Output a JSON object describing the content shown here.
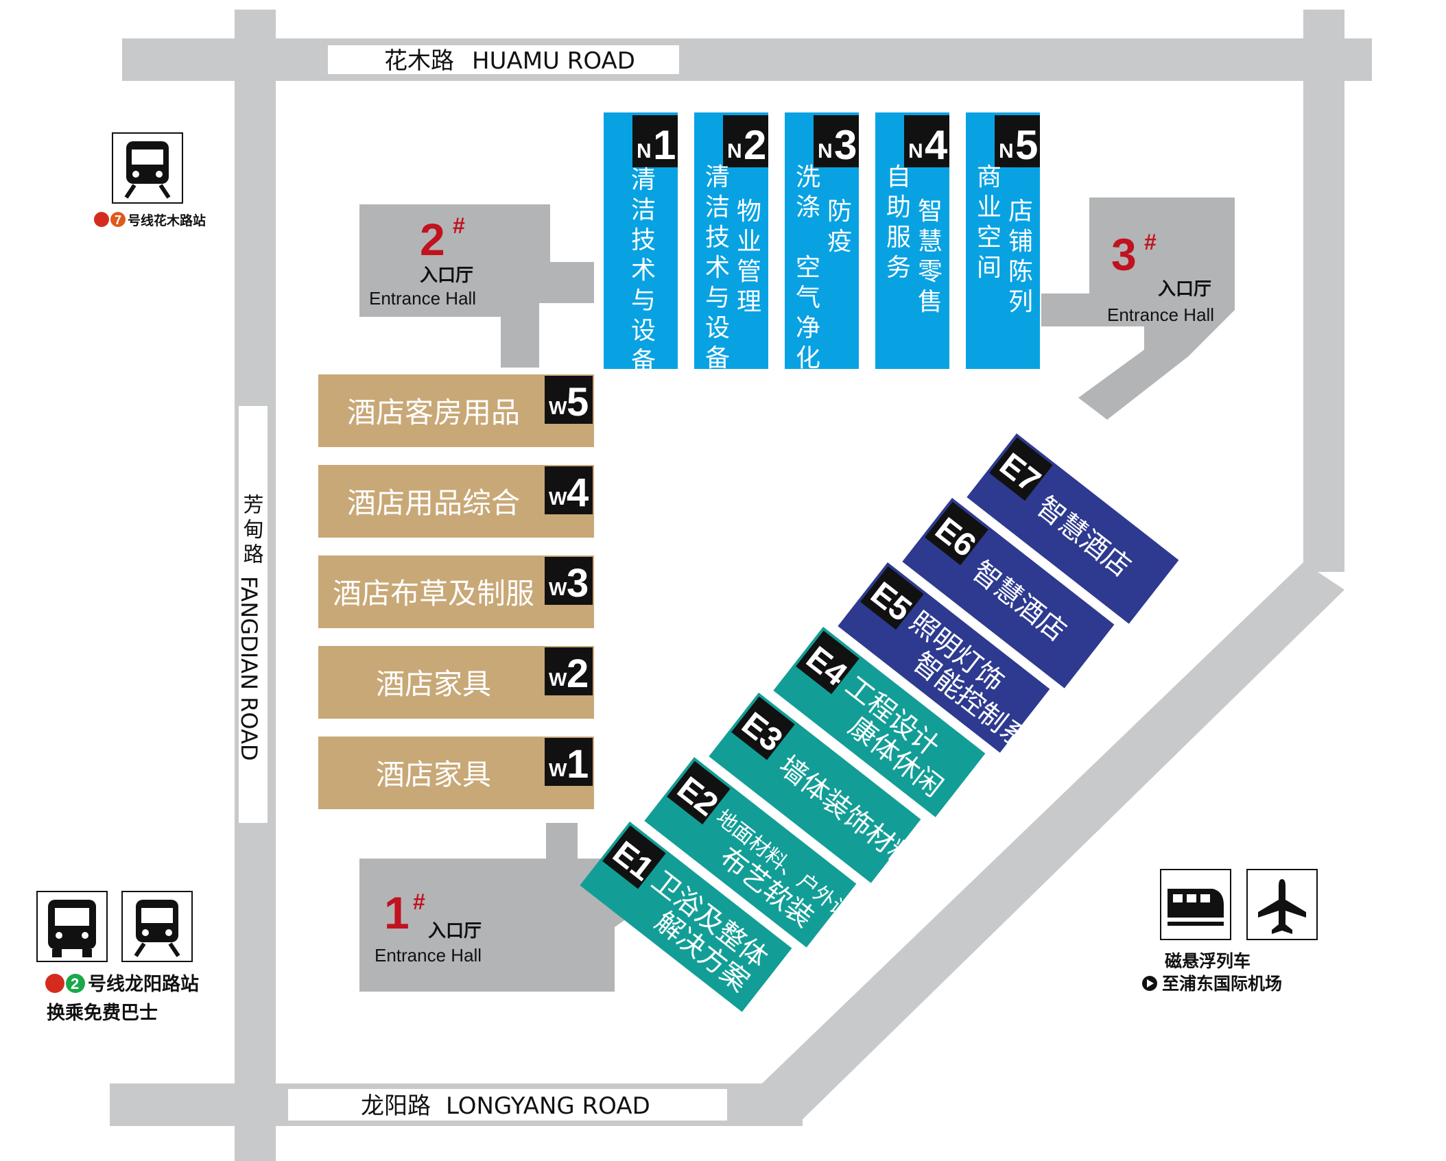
{
  "roads": {
    "north": {
      "cn": "花木路",
      "en": "HUAMU ROAD"
    },
    "south": {
      "cn": "龙阳路",
      "en": "LONGYANG ROAD"
    },
    "west": {
      "cn": "芳甸路",
      "en": "FANGDIAN ROAD"
    }
  },
  "entrances": [
    {
      "num": "1",
      "mark": "#",
      "cn": "入口厅",
      "en": "Entrance Hall"
    },
    {
      "num": "2",
      "mark": "#",
      "cn": "入口厅",
      "en": "Entrance Hall"
    },
    {
      "num": "3",
      "mark": "#",
      "cn": "入口厅",
      "en": "Entrance Hall"
    }
  ],
  "halls_north": [
    {
      "prefix": "N",
      "num": "1",
      "cols": [
        "清洁技术与设备"
      ]
    },
    {
      "prefix": "N",
      "num": "2",
      "cols": [
        "清洁技术与设备",
        "物业管理"
      ]
    },
    {
      "prefix": "N",
      "num": "3",
      "cols": [
        "洗涤 空气净化",
        "防疫"
      ]
    },
    {
      "prefix": "N",
      "num": "4",
      "cols": [
        "自助服务",
        "智慧零售"
      ]
    },
    {
      "prefix": "N",
      "num": "5",
      "cols": [
        "商业空间",
        "店铺陈列"
      ]
    }
  ],
  "halls_west": [
    {
      "prefix": "W",
      "num": "5",
      "name": "酒店客房用品"
    },
    {
      "prefix": "W",
      "num": "4",
      "name": "酒店用品综合"
    },
    {
      "prefix": "W",
      "num": "3",
      "name": "酒店布草及制服"
    },
    {
      "prefix": "W",
      "num": "2",
      "name": "酒店家具"
    },
    {
      "prefix": "W",
      "num": "1",
      "name": "酒店家具"
    }
  ],
  "halls_east": [
    {
      "code": "E1",
      "lines": [
        "卫浴及整体",
        "解决方案"
      ]
    },
    {
      "code": "E2",
      "lines": [
        "地面材料、户外设计",
        "布艺软装"
      ]
    },
    {
      "code": "E3",
      "lines": [
        "墙体装饰材料"
      ]
    },
    {
      "code": "E4",
      "lines": [
        "工程设计",
        "康体休闲"
      ]
    },
    {
      "code": "E5",
      "lines": [
        "照明灯饰",
        "智能控制系统"
      ]
    },
    {
      "code": "E6",
      "lines": [
        "智慧酒店"
      ]
    },
    {
      "code": "E7",
      "lines": [
        "智慧酒店"
      ]
    }
  ],
  "transit": {
    "metro7": {
      "line": "7",
      "text": "号线花木路站",
      "icon": "metro-train-icon"
    },
    "metro2": {
      "line": "2",
      "text": "号线龙阳路站",
      "sub": "换乘免费巴士",
      "icons": [
        "bus-icon",
        "metro-train-icon"
      ]
    },
    "maglev": {
      "text1": "磁悬浮列车",
      "text2": "至浦东国际机场",
      "icons": [
        "maglev-train-icon",
        "airplane-icon"
      ]
    }
  },
  "colors": {
    "road": "#c8c9ca",
    "entrance": "#b3b4b5",
    "north_hall": "#08a2e3",
    "west_hall": "#c8a877",
    "east_teal": "#129e96",
    "east_navy": "#2d3a8f",
    "entrance_number": "#c1121f",
    "metro_red": "#d52b1e",
    "line7": "#e2591b",
    "line2": "#19a84a"
  }
}
